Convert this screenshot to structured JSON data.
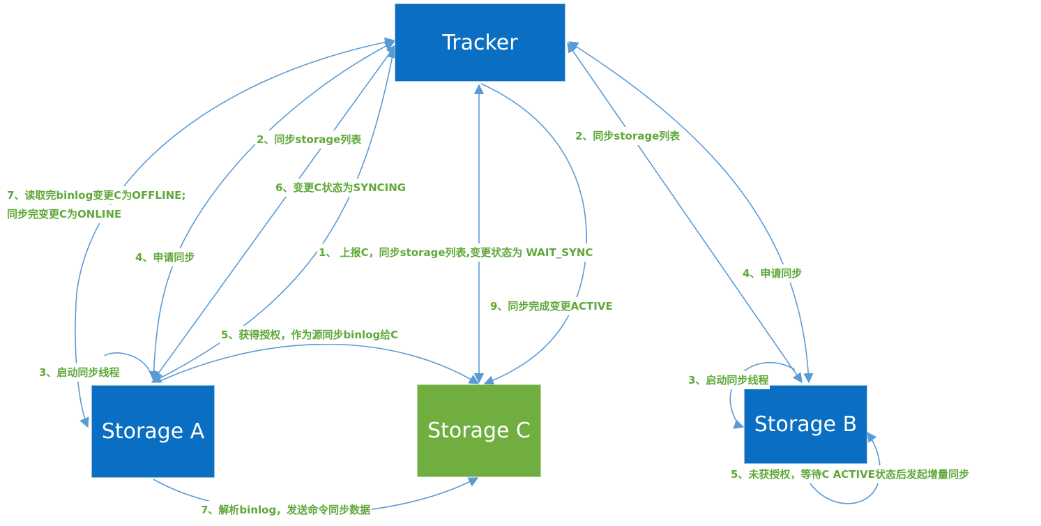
{
  "nodes": {
    "tracker": "Tracker",
    "storage_a": "Storage A",
    "storage_b": "Storage B",
    "storage_c": "Storage C"
  },
  "labels": {
    "a_sync_list": "2、同步storage列表",
    "a_set_syncing": "6、变更C状态为SYNCING",
    "a_read_binlog_1": "7、读取完binlog变更C为OFFLINE;",
    "a_read_binlog_2": "同步完变更C为ONLINE",
    "a_apply_sync": "4、申请同步",
    "c_report": "1、 上报C，同步storage列表,变更状态为 WAIT_SYNC",
    "c_active": "9、同步完成变更ACTIVE",
    "a_authorized": "5、获得授权，作为源同步binlog给C",
    "a_start_thread": "3、启动同步线程",
    "a_parse_binlog": "7、解析binlog，发送命令同步数据",
    "b_sync_list": "2、同步storage列表",
    "b_apply_sync": "4、申请同步",
    "b_start_thread": "3、启动同步线程",
    "b_wait": "5、未获授权，等待C ACTIVE状态后发起增量同步"
  },
  "colors": {
    "node_blue": "#0a6fc2",
    "node_green": "#6fae3f",
    "edge": "#5b9bd5",
    "label": "#5fa839"
  }
}
